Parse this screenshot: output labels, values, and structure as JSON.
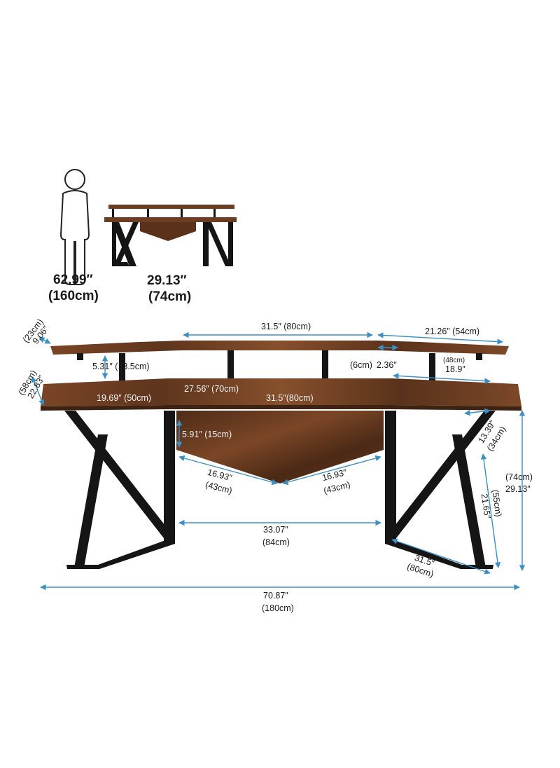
{
  "colors": {
    "wood": "#6b3d22",
    "wood_dark": "#4a2a16",
    "wood_light": "#8c5530",
    "metal": "#151515",
    "dimension_line": "#3b8fc4",
    "text": "#1a1a1a"
  },
  "scale_reference": {
    "person_height_in": "62.99″",
    "person_height_cm": "(160cm)",
    "desk_height_in": "29.13″",
    "desk_height_cm": "(74cm)"
  },
  "dimensions": {
    "shelf_depth_cm": "(23cm)",
    "shelf_depth_in": "9.06″",
    "shelf_center_width": "31.5″ (80cm)",
    "shelf_wing_width": "21.26″ (54cm)",
    "shelf_height": "5.31″ (13.5cm)",
    "shelf_leg_offset_cm": "(6cm)",
    "shelf_leg_offset_in": "2.36″",
    "shelf_wing_inner_cm": "(48cm)",
    "shelf_wing_inner_in": "18.9″",
    "desk_depth_cm": "(58cm)",
    "desk_depth_in": "22.83″",
    "desk_wing_depth": "19.69″ (50cm)",
    "desk_center_depth": "27.56″ (70cm)",
    "desk_center_width": "31.5″(80cm)",
    "panel_height": "5.91″ (15cm)",
    "panel_left_edge_in": "16.93″",
    "panel_left_edge_cm": "(43cm)",
    "panel_right_edge_in": "16.93″",
    "panel_right_edge_cm": "(43cm)",
    "legroom_width_in": "33.07″",
    "legroom_width_cm": "(84cm)",
    "leg_upper_in": "13.39″",
    "leg_upper_cm": "(34cm)",
    "total_height_cm": "(74cm)",
    "total_height_in": "29.13″",
    "leg_lower_cm": "(55cm)",
    "leg_lower_in": "21.65″",
    "foot_length_in": "31.5″",
    "foot_length_cm": "(80cm)",
    "total_width_in": "70.87″",
    "total_width_cm": "(180cm)"
  }
}
